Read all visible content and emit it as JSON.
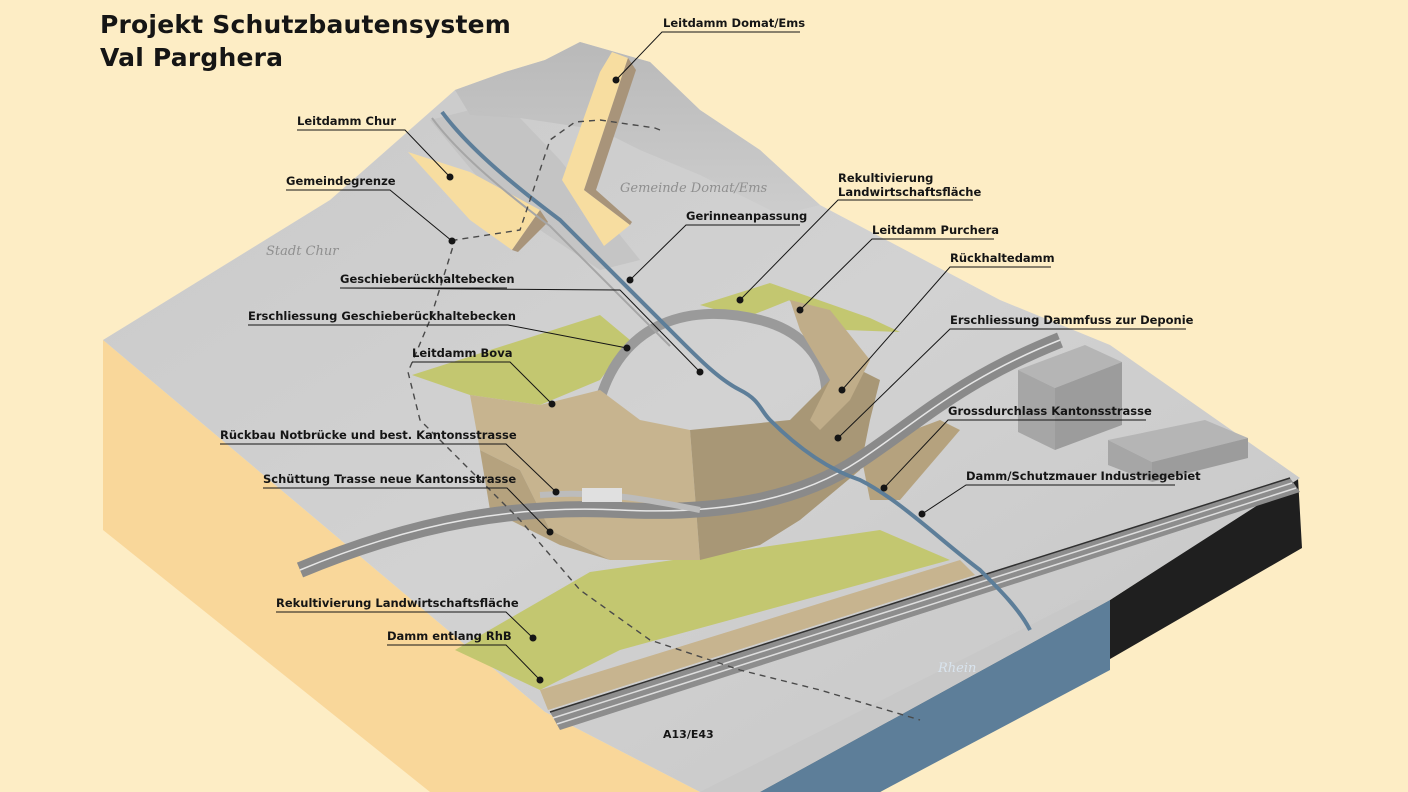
{
  "title": {
    "line1": "Projekt Schutzbautensystem",
    "line2": "Val Parghera"
  },
  "colors": {
    "background": "#fdedc5",
    "terrain": "#cfcfcf",
    "terrain_dark": "#bdbdbd",
    "road": "#8a8a8a",
    "water": "#5d7e99",
    "dam_tan": "#c7b48f",
    "agriculture": "#c3c770",
    "dam_light": "#f7dda0",
    "block_side": "#f9d79a",
    "block_front": "#1f1f1f",
    "text": "#151515"
  },
  "places": {
    "gemeinde_domat_ems": "Gemeinde Domat/Ems",
    "stadt_chur": "Stadt Chur",
    "rhein": "Rhein",
    "a13": "A13/E43"
  },
  "labels": {
    "leitdamm_domat_ems": "Leitdamm Domat/Ems",
    "leitdamm_chur": "Leitdamm Chur",
    "gemeindegrenze": "Gemeindegrenze",
    "rekultivierung_lw_1": "Rekultivierung",
    "rekultivierung_lw_2": "Landwirtschaftsfläche",
    "gerinneanpassung": "Gerinneanpassung",
    "leitdamm_purchera": "Leitdamm Purchera",
    "rueckhaltedamm": "Rückhaltedamm",
    "geschiebe_becken": "Geschieberückhaltebecken",
    "erschliessung_becken": "Erschliessung Geschieberückhaltebecken",
    "erschliessung_dammfuss": "Erschliessung Dammfuss zur Deponie",
    "leitdamm_bova": "Leitdamm Bova",
    "rueckbau_notbruecke": "Rückbau Notbrücke und best. Kantonsstrasse",
    "grossdurchlass": "Grossdurchlass Kantonsstrasse",
    "schuettung_trasse": "Schüttung Trasse neue Kantonsstrasse",
    "damm_schutzmauer": "Damm/Schutzmauer Industriegebiet",
    "rekultivierung_lw_bottom": "Rekultivierung Landwirtschaftsfläche",
    "damm_rhb": "Damm entlang RhB"
  }
}
